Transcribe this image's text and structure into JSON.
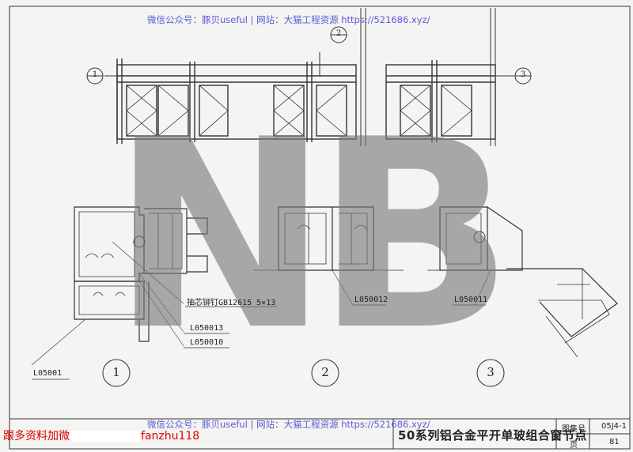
{
  "watermark": {
    "top": "微信公众号：豚贝useful | 网站：大猫工程资源 https://521686.xyz/",
    "bottom": "微信公众号：豚贝useful | 网站：大猫工程资源 https://521686.xyz/",
    "logo_text": "NB"
  },
  "callouts": {
    "top_1": "1",
    "top_2": "2",
    "top_3": "3"
  },
  "labels": {
    "rivet": "抽芯铆钉GB12615 5×13",
    "p1": "L050013",
    "p2": "L050010",
    "p3": "L05001",
    "p4": "L050012",
    "p5": "L050011"
  },
  "details": {
    "d1": "1",
    "d2": "2",
    "d3": "3"
  },
  "promo": {
    "prefix": "跟多资料加微",
    "suffix": "fanzhu118"
  },
  "title_block": {
    "title": "50系列铝合金平开单玻组合窗节点",
    "atlas_label": "图集号",
    "atlas_value": "05J4-1",
    "page_label": "页",
    "page_value": "81"
  },
  "colors": {
    "promo": "#e00000",
    "watermark_text": "#5a5ad6",
    "logo": "#7a7a7a"
  }
}
